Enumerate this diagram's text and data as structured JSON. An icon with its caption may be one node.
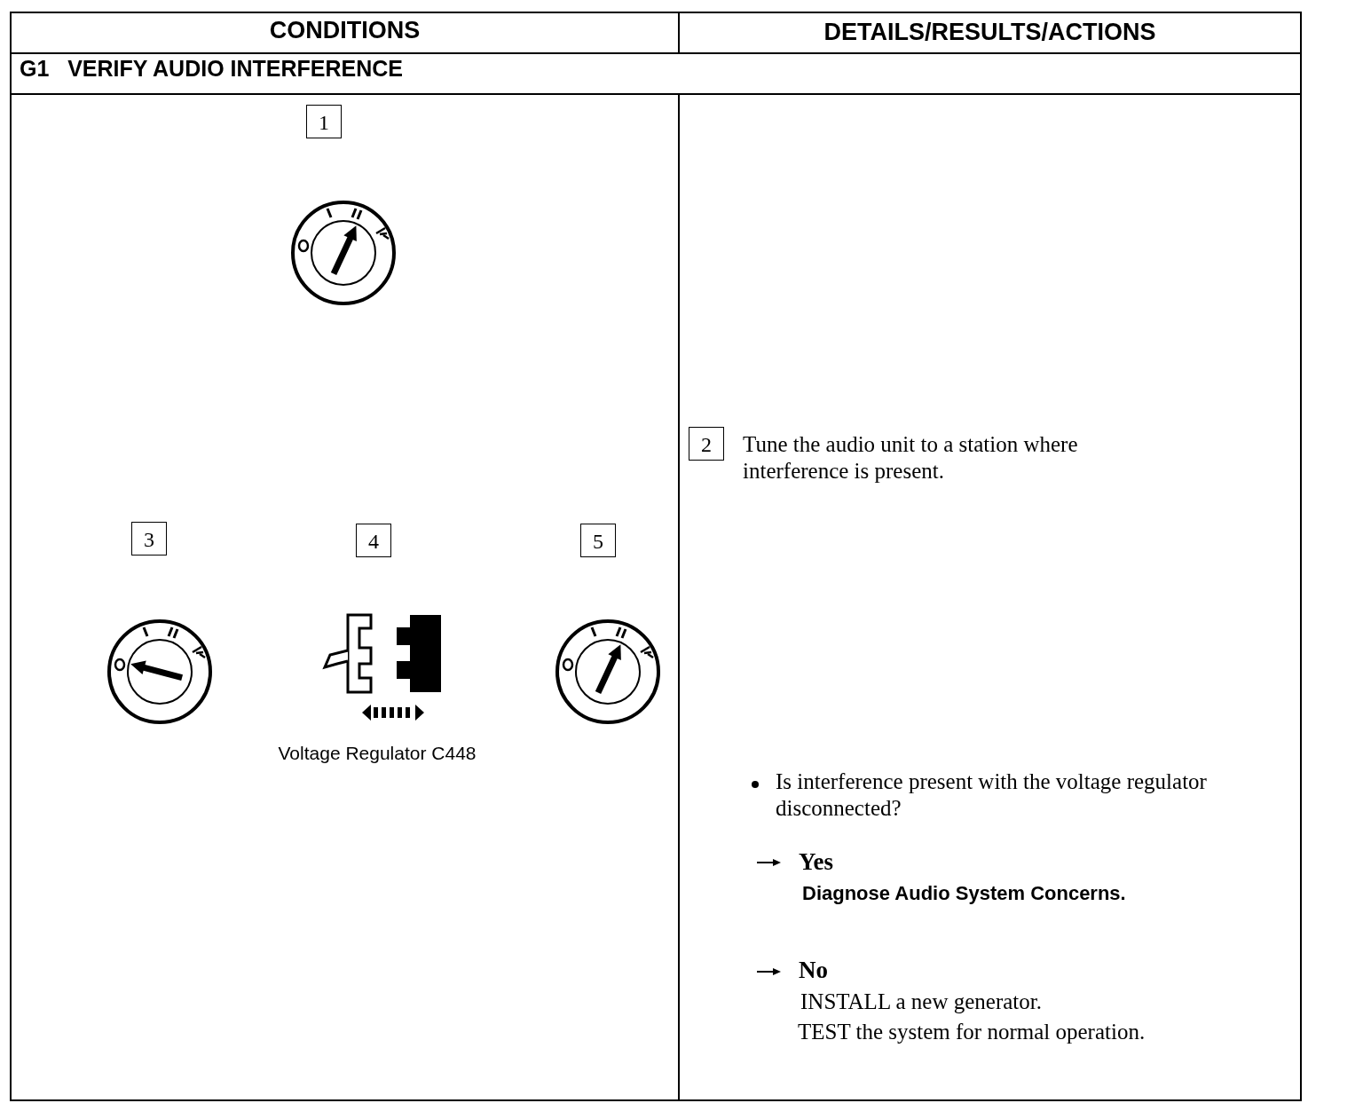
{
  "diagram": {
    "nodes": [
      {
        "text": [
          "1"
        ]
      },
      {
        "text": [
          "2"
        ],
        "beside": [
          "Tune the audio unit to a station where interference is present."
        ]
      },
      {
        "text": [
          "3"
        ]
      },
      {
        "text": [
          "4"
        ]
      },
      {
        "text": [
          "5"
        ]
      }
    ],
    "labels": [
      "CONDITIONS",
      "DETAILS/RESULTS/ACTIONS",
      "G1   VERIFY AUDIO INTERFERENCE",
      "Voltage Regulator C448",
      "Is interference present with the voltage regulator disconnected?",
      "Yes",
      "Diagnose Audio System Concerns.",
      "No",
      "INSTALL a new generator.",
      "TEST the system for normal operation."
    ]
  }
}
